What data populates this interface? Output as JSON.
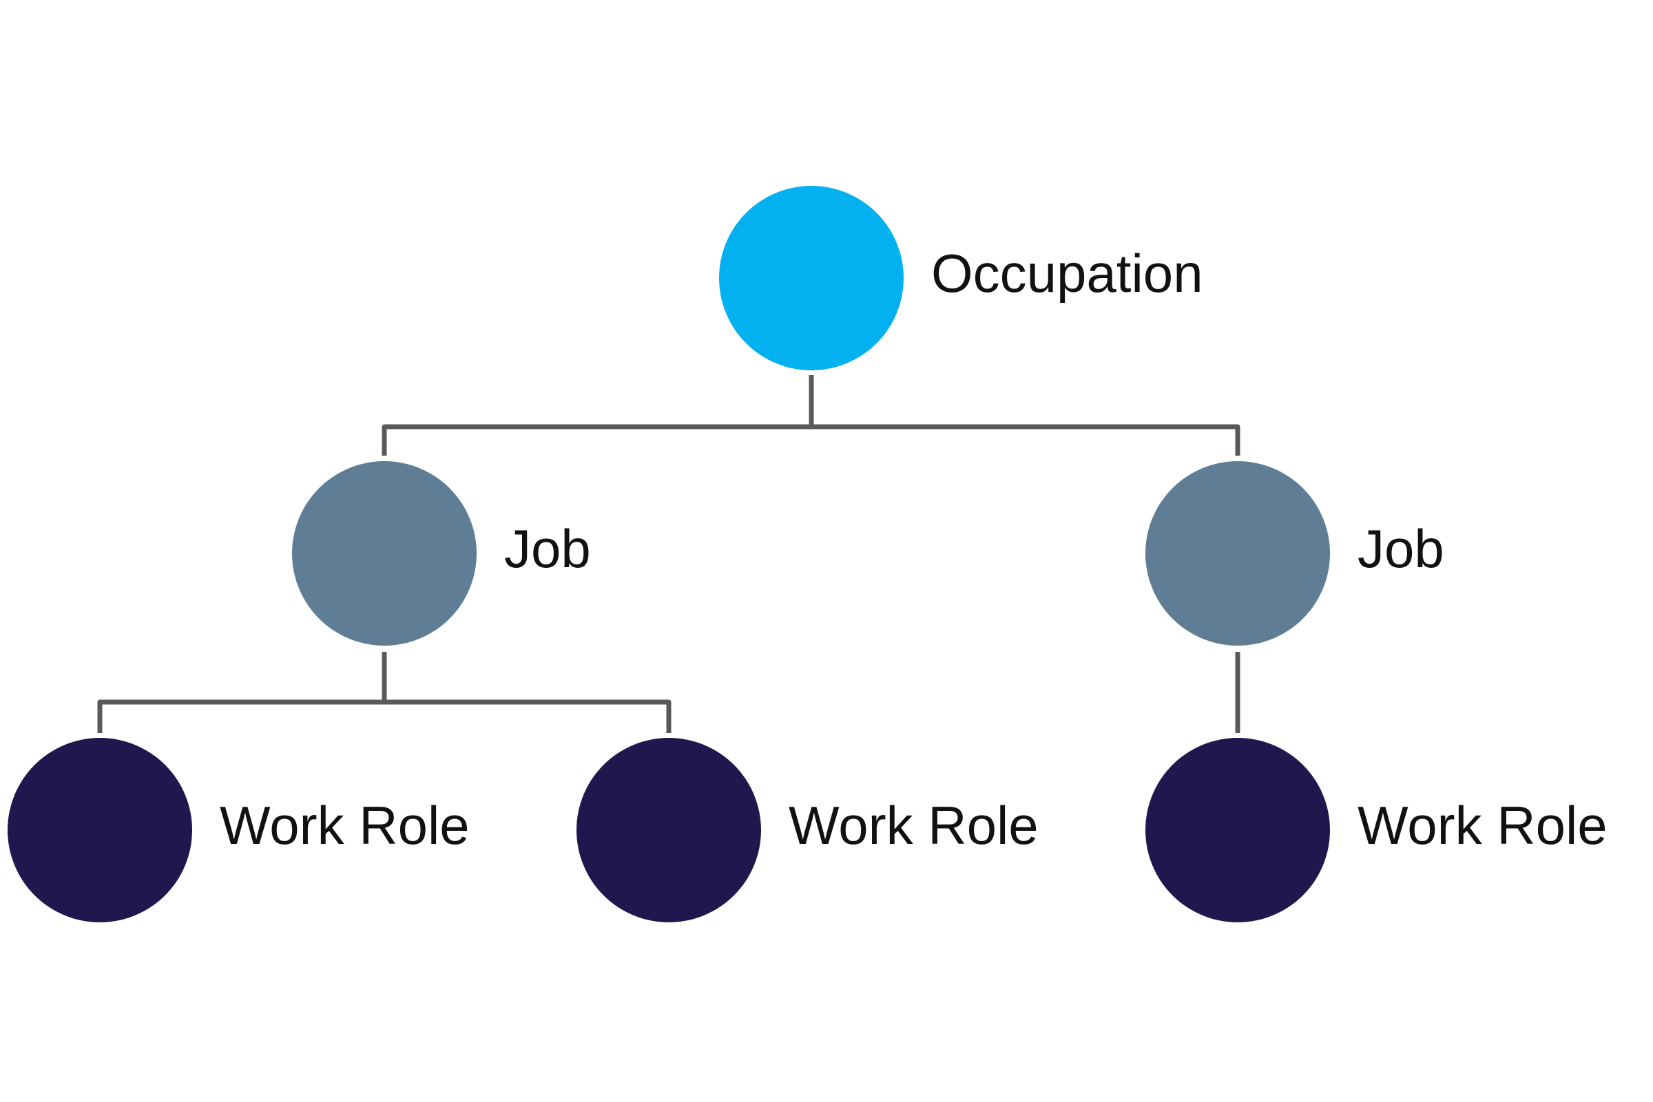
{
  "colors": {
    "occupation": "#03b0f0",
    "job": "#607d96",
    "work_role": "#21174f",
    "connector": "#595959",
    "text": "#111111"
  },
  "nodes": {
    "occupation": {
      "label": "Occupation"
    },
    "job_left": {
      "label": "Job"
    },
    "job_right": {
      "label": "Job"
    },
    "work_role_1": {
      "label": "Work Role"
    },
    "work_role_2": {
      "label": "Work Role"
    },
    "work_role_3": {
      "label": "Work Role"
    }
  }
}
